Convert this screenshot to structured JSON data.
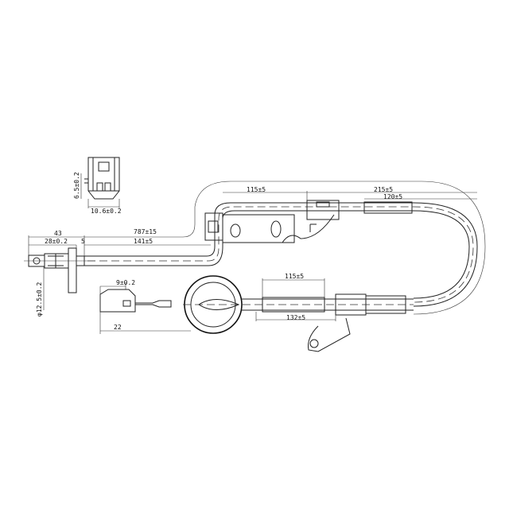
{
  "dimensions": {
    "connector_height": "6.5±0.2",
    "connector_width": "10.6±0.2",
    "sensor_total": "43",
    "cable_length": "787±15",
    "sensor_body": "28±0.2",
    "flange": "5",
    "sleeve_1": "141±5",
    "sensor_diameter": "φ12.5±0.2",
    "plug_width": "9±0.2",
    "plug_length": "22",
    "sleeve_2": "115±5",
    "sleeve_3": "215±5",
    "sleeve_4": "120±5",
    "sleeve_5": "115±5",
    "sleeve_6": "132±5"
  }
}
